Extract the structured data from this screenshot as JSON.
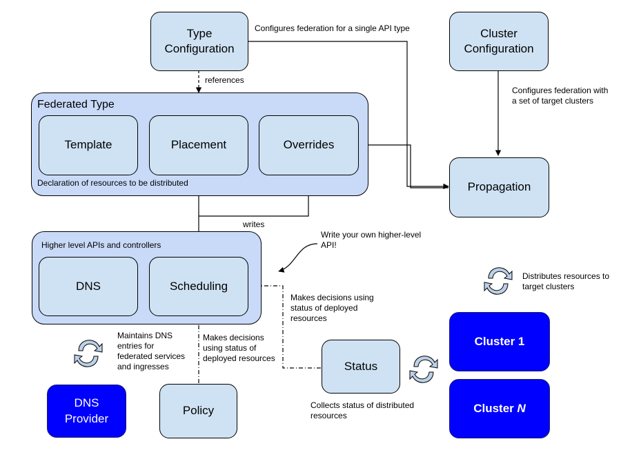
{
  "boxes": {
    "type_config": "Type\nConfiguration",
    "cluster_config": "Cluster\nConfiguration",
    "template": "Template",
    "placement": "Placement",
    "overrides": "Overrides",
    "propagation": "Propagation",
    "dns": "DNS",
    "scheduling": "Scheduling",
    "status": "Status",
    "dns_provider": "DNS\nProvider",
    "policy": "Policy",
    "cluster1": "Cluster 1",
    "cluster_n_prefix": "Cluster ",
    "cluster_n_suffix": "N"
  },
  "groups": {
    "federated_type": "Federated Type",
    "federated_type_caption": "Declaration of resources to be distributed",
    "higher_level": "Higher level APIs and controllers"
  },
  "labels": {
    "configures_single": "Configures federation for a single API type",
    "references": "references",
    "configures_set": "Configures federation with\na set of target clusters",
    "writes": "writes",
    "write_own": "Write your own higher-level\nAPI!",
    "distributes": "Distributes resources to\ntarget clusters",
    "status_decisions": "Makes decisions using\nstatus of deployed\nresources",
    "maintains_dns": "Maintains DNS\nentries for\nfederated services\nand ingresses",
    "policy_decisions": "Makes decisions\nusing status of\ndeployed resources",
    "collects_status": "Collects status of distributed\nresources"
  },
  "colors": {
    "box_fill": "#cfe2f3",
    "group_fill": "#c9daf8",
    "dark_fill": "#0000ff",
    "cycle_fill": "#bcd1e8"
  },
  "icons": {
    "cycle": "cycle-arrows-icon"
  }
}
